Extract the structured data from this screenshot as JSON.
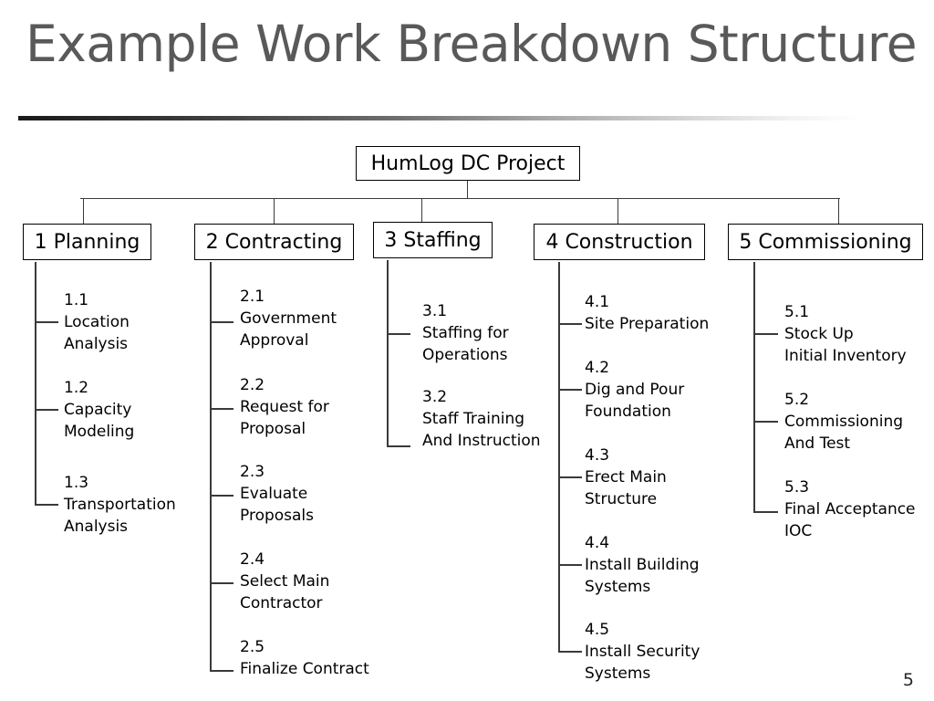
{
  "slide": {
    "title": "Example Work Breakdown Structure",
    "page_number": "5",
    "accent_color": "#595959",
    "line_color": "#3a3a3a",
    "box_border_color": "#000000"
  },
  "wbs": {
    "root": {
      "label": "HumLog DC Project"
    },
    "branches": [
      {
        "label": "1 Planning",
        "items": [
          {
            "id": "1.1",
            "text": "1.1\nLocation\nAnalysis"
          },
          {
            "id": "1.2",
            "text": "1.2\nCapacity\nModeling"
          },
          {
            "id": "1.3",
            "text": "1.3\nTransportation\nAnalysis"
          }
        ]
      },
      {
        "label": "2 Contracting",
        "items": [
          {
            "id": "2.1",
            "text": "2.1\nGovernment\nApproval"
          },
          {
            "id": "2.2",
            "text": "2.2\nRequest for\nProposal"
          },
          {
            "id": "2.3",
            "text": "2.3\nEvaluate\nProposals"
          },
          {
            "id": "2.4",
            "text": "2.4\nSelect Main\nContractor"
          },
          {
            "id": "2.5",
            "text": "2.5\nFinalize Contract"
          }
        ]
      },
      {
        "label": "3 Staffing",
        "items": [
          {
            "id": "3.1",
            "text": "3.1\nStaffing for\nOperations"
          },
          {
            "id": "3.2",
            "text": "3.2\nStaff Training\nAnd Instruction"
          }
        ]
      },
      {
        "label": "4 Construction",
        "items": [
          {
            "id": "4.1",
            "text": "4.1\nSite Preparation"
          },
          {
            "id": "4.2",
            "text": "4.2\nDig and Pour\nFoundation"
          },
          {
            "id": "4.3",
            "text": "4.3\nErect Main\nStructure"
          },
          {
            "id": "4.4",
            "text": "4.4\nInstall Building\nSystems"
          },
          {
            "id": "4.5",
            "text": "4.5\nInstall Security\n Systems"
          }
        ]
      },
      {
        "label": "5 Commissioning",
        "items": [
          {
            "id": "5.1",
            "text": "5.1\nStock Up\nInitial Inventory"
          },
          {
            "id": "5.2",
            "text": "5.2\nCommissioning\nAnd Test"
          },
          {
            "id": "5.3",
            "text": "5.3\nFinal Acceptance\nIOC"
          }
        ]
      }
    ]
  }
}
